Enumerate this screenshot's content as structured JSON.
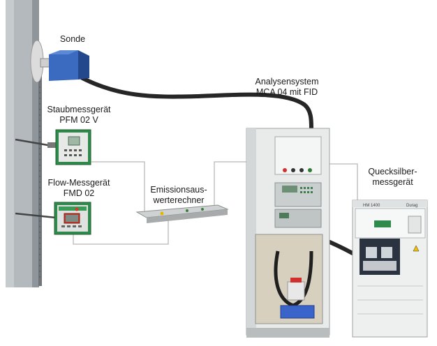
{
  "labels": {
    "sonde": "Sonde",
    "staub_line1": "Staubmessgerät",
    "staub_line2": "PFM 02 V",
    "flow_line1": "Flow-Messgerät",
    "flow_line2": "FMD 02",
    "emission_line1": "Emissionsaus-",
    "emission_line2": "werterechner",
    "analyse_line1": "Analysensystem",
    "analyse_line2": "MCA 04 mit FID",
    "qs_line1": "Quecksilber-",
    "qs_line2": "messgerät"
  },
  "device_markings": {
    "hm_model": "HM 1400",
    "hm_brand": "Durag"
  },
  "colors": {
    "stack_wall": "#aeb4b8",
    "probe_blue": "#2f5fb0",
    "device_green": "#2f8a4c",
    "cabinet_white": "#eceeee",
    "hose_dark": "#2b2b2b",
    "connector_line": "#b8b8b8"
  }
}
